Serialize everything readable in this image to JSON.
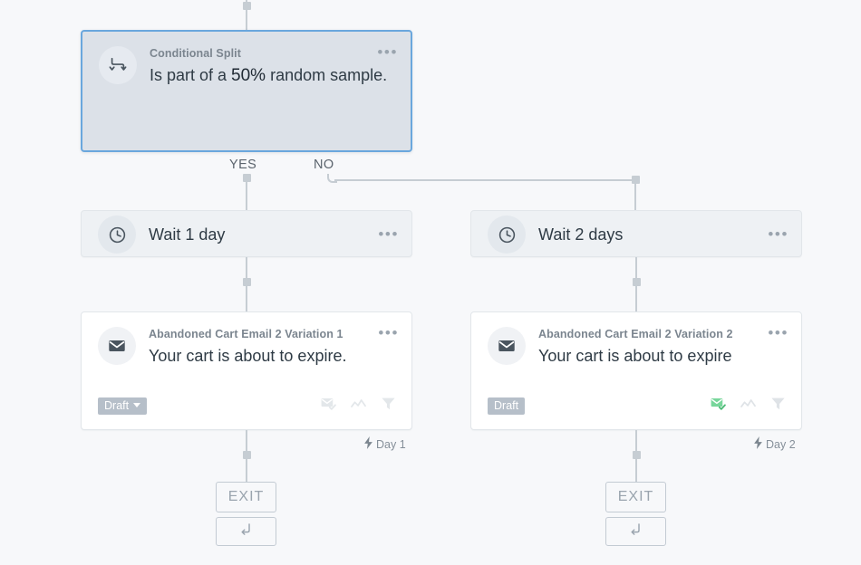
{
  "canvas": {
    "background": "#f7f8fa",
    "connector_color": "#c6cdd3"
  },
  "nodes": {
    "conditional_split": {
      "subtitle": "Conditional Split",
      "title_prefix": "Is part of a ",
      "title_value": "50%",
      "title_suffix": " random sample.",
      "icon": "split-branch-icon",
      "menu": "•••",
      "selected": true,
      "border_color": "#6aa7dd",
      "fill_color": "#dce1e8"
    },
    "branches": {
      "yes_label": "YES",
      "no_label": "NO"
    },
    "wait_left": {
      "title": "Wait 1 day",
      "icon": "clock-icon",
      "menu": "•••"
    },
    "wait_right": {
      "title": "Wait 2 days",
      "icon": "clock-icon",
      "menu": "•••"
    },
    "email_left": {
      "subtitle": "Abandoned Cart Email 2 Variation 1",
      "title": "Your cart is about to expire.",
      "icon": "envelope-icon",
      "menu": "•••",
      "badge_label": "Draft",
      "badge_has_caret": true,
      "badge_color": "#b6bfc9",
      "footer_icons": [
        {
          "name": "envelope-check-icon",
          "color": "#e3e7ea"
        },
        {
          "name": "zigzag-split-icon",
          "color": "#e3e7ea"
        },
        {
          "name": "filter-funnel-icon",
          "color": "#e3e7ea"
        }
      ],
      "day_label": "Day 1",
      "day_bolt": "⚡"
    },
    "email_right": {
      "subtitle": "Abandoned Cart Email 2 Variation 2",
      "title": "Your cart is about to expire",
      "icon": "envelope-icon",
      "menu": "•••",
      "badge_label": "Draft",
      "badge_has_caret": false,
      "badge_color": "#b6bfc9",
      "footer_icons": [
        {
          "name": "envelope-check-icon",
          "color": "#78d69b"
        },
        {
          "name": "zigzag-split-icon",
          "color": "#dfe3e7"
        },
        {
          "name": "filter-funnel-icon",
          "color": "#dfe3e7"
        }
      ],
      "day_label": "Day 2",
      "day_bolt": "⚡"
    },
    "exit_left": {
      "label": "EXIT",
      "loop_icon": "return-arrow-icon"
    },
    "exit_right": {
      "label": "EXIT",
      "loop_icon": "return-arrow-icon"
    }
  }
}
